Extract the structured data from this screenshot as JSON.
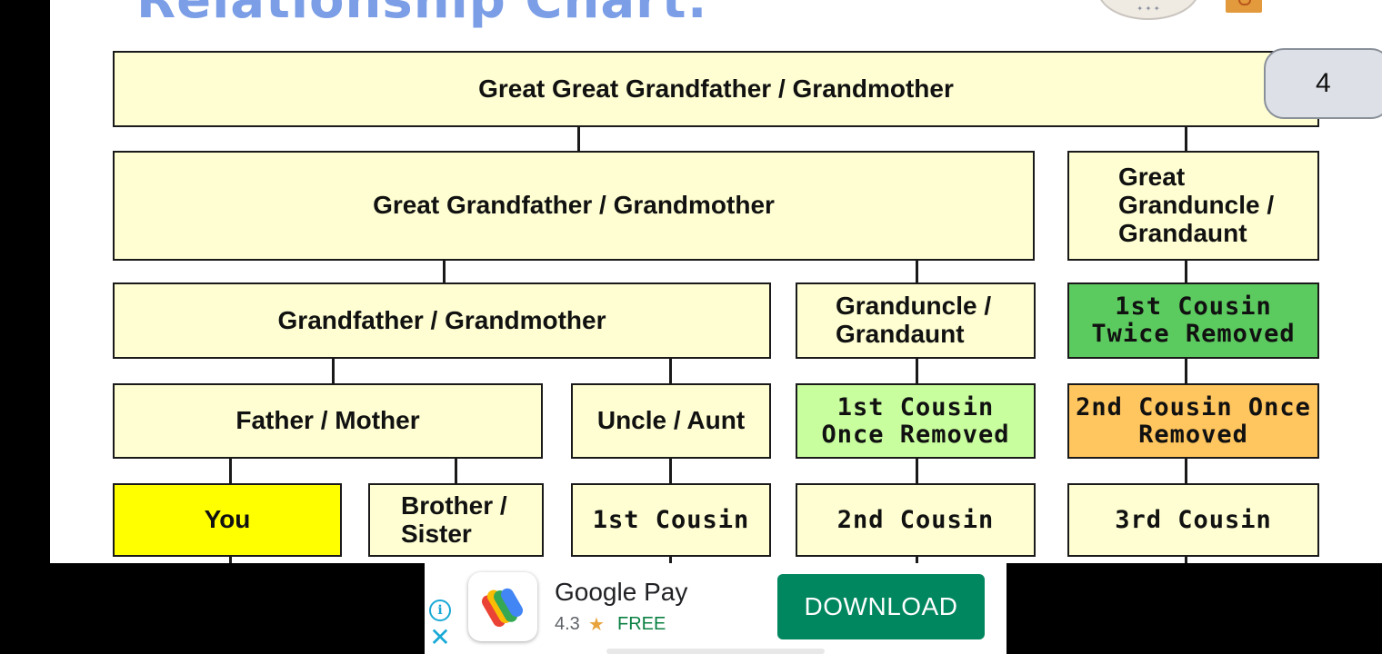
{
  "slide": {
    "title": "Relationship Chart:",
    "page_number": "4"
  },
  "chart": {
    "great_great_grandparents": "Great Great Grandfather / Grandmother",
    "great_grandparents": "Great Grandfather / Grandmother",
    "great_granduncle": "Great Granduncle / Grandaunt",
    "grandparents": "Grandfather / Grandmother",
    "granduncle": "Granduncle / Grandaunt",
    "first_cousin_twice_removed": "1st Cousin Twice Removed",
    "parents": "Father / Mother",
    "uncle_aunt": "Uncle / Aunt",
    "first_cousin_once_removed": "1st Cousin Once Removed",
    "second_cousin_once_removed": "2nd Cousin Once Removed",
    "you": "You",
    "sibling": "Brother / Sister",
    "first_cousin": "1st Cousin",
    "second_cousin": "2nd Cousin",
    "third_cousin": "3rd Cousin"
  },
  "colors": {
    "box_default": "#fefed2",
    "you": "#ffff00",
    "first_cousin_twice_removed": "#5ccb5f",
    "first_cousin_once_removed": "#c8fe9e",
    "second_cousin_once_removed": "#ffc55e",
    "download_button": "#01875f"
  },
  "ad": {
    "app_name": "Google Pay",
    "rating": "4.3",
    "price": "FREE",
    "button_label": "DOWNLOAD",
    "icons": [
      "info-icon",
      "close-icon",
      "star-icon",
      "google-pay-logo"
    ]
  }
}
